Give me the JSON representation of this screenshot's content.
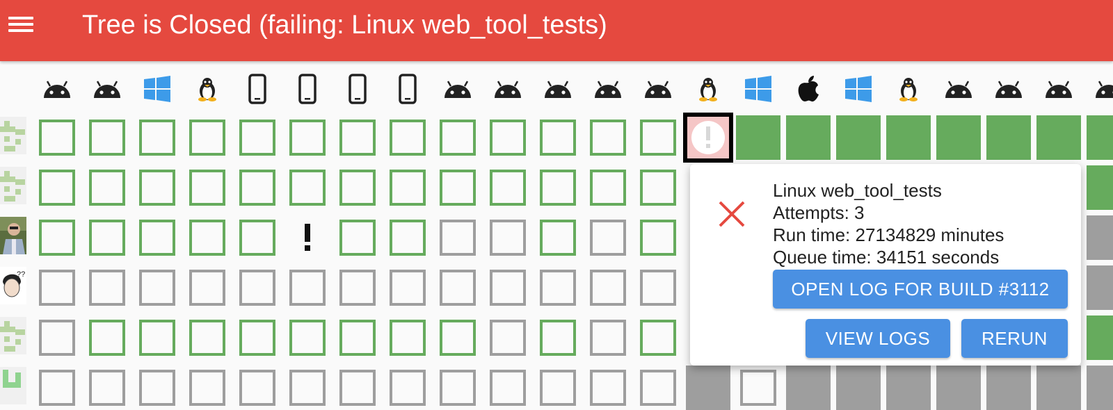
{
  "header": {
    "title": "Tree is Closed (failing: Linux web_tool_tests)",
    "color": "#e5493f",
    "menu_icon": "hamburger-menu-icon"
  },
  "platform_icons": [
    "android",
    "android",
    "windows",
    "linux",
    "phone",
    "phone",
    "phone",
    "phone",
    "android",
    "android",
    "android",
    "android",
    "android",
    "linux",
    "windows",
    "apple",
    "windows",
    "linux",
    "android",
    "android",
    "android",
    "android"
  ],
  "commit_avatars": [
    "default-avatar",
    "default-avatar",
    "photo-avatar",
    "illustrated-avatar",
    "default-avatar",
    "default-avatar-alt"
  ],
  "grid": [
    [
      "og",
      "og",
      "og",
      "og",
      "og",
      "og",
      "og",
      "og",
      "og",
      "og",
      "og",
      "og",
      "og",
      "sel",
      "fg",
      "fg",
      "fg",
      "fg",
      "fg",
      "fg",
      "fg",
      "fg"
    ],
    [
      "og",
      "og",
      "og",
      "og",
      "og",
      "og",
      "og",
      "og",
      "og",
      "og",
      "og",
      "og",
      "og",
      "pop",
      "pop",
      "pop",
      "pop",
      "pop",
      "pop",
      "pop",
      "pop",
      "fg"
    ],
    [
      "og",
      "og",
      "og",
      "og",
      "og",
      "alert",
      "og",
      "og",
      "ogr",
      "ogr",
      "og",
      "ogr",
      "og",
      "pop",
      "pop",
      "pop",
      "pop",
      "pop",
      "pop",
      "pop",
      "pop",
      "fgr"
    ],
    [
      "ogr",
      "ogr",
      "ogr",
      "ogr",
      "ogr",
      "ogr",
      "ogr",
      "ogr",
      "ogr",
      "ogr",
      "ogr",
      "ogr",
      "ogr",
      "pop",
      "pop",
      "pop",
      "pop",
      "pop",
      "pop",
      "pop",
      "pop",
      "fgr"
    ],
    [
      "ogr",
      "og",
      "og",
      "og",
      "og",
      "og",
      "og",
      "og",
      "og",
      "ogr",
      "og",
      "ogr",
      "og",
      "pop",
      "pop",
      "pop",
      "pop",
      "pop",
      "pop",
      "pop",
      "pop",
      "fg"
    ],
    [
      "ogr",
      "ogr",
      "ogr",
      "ogr",
      "ogr",
      "ogr",
      "ogr",
      "ogr",
      "ogr",
      "ogr",
      "ogr",
      "ogr",
      "ogr",
      "fgr",
      "ogr",
      "fgr",
      "fgr",
      "fgr",
      "fgr",
      "fgr",
      "fgr",
      "fgr"
    ]
  ],
  "popup": {
    "task_name": "Linux web_tool_tests",
    "attempts": "Attempts: 3",
    "run_time": "Run time: 27134829 minutes",
    "queue_time": "Queue time: 34151 seconds",
    "open_log_label": "OPEN LOG FOR BUILD #3112",
    "view_logs_label": "VIEW LOGS",
    "rerun_label": "RERUN",
    "status_icon": "failed-x-icon",
    "status_color": "#e5493f"
  },
  "colors": {
    "success": "#66ab5d",
    "skipped": "#9e9e9e",
    "accent": "#4a90e2",
    "selected_bg": "#f5c6c6"
  }
}
